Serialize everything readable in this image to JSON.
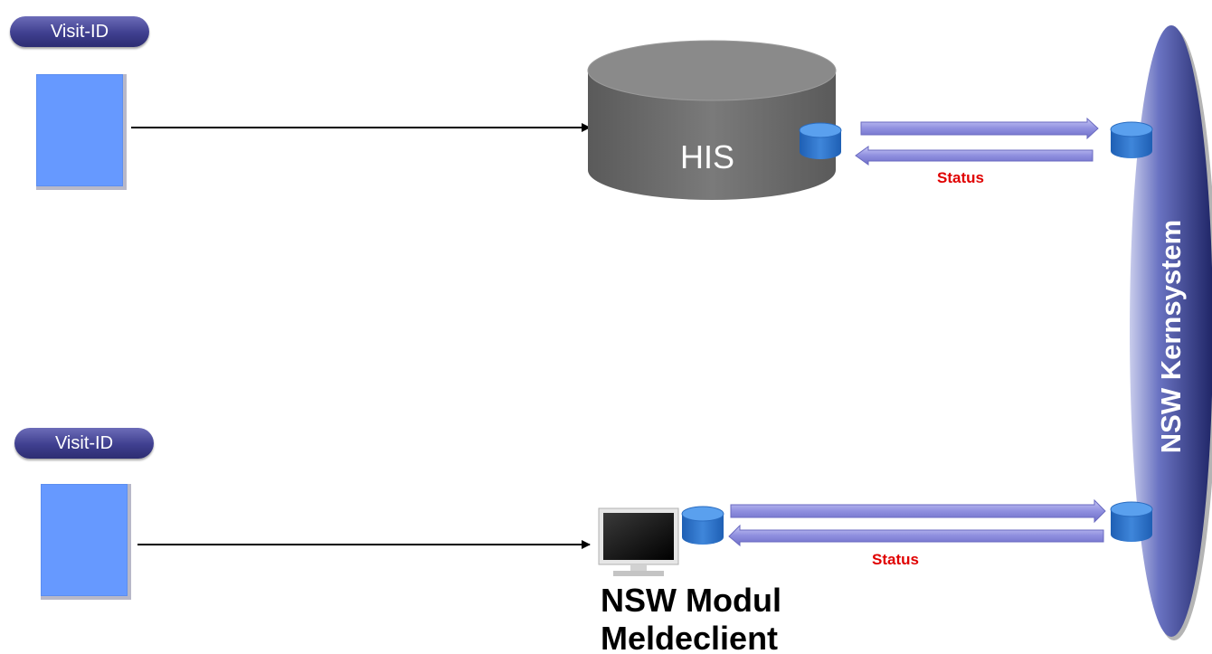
{
  "badges": {
    "top": "Visit-ID",
    "bottom": "Visit-ID"
  },
  "his": {
    "label": "HIS"
  },
  "status": {
    "top": "Status",
    "bottom": "Status"
  },
  "module": {
    "line1": "NSW Modul",
    "line2": "Meldeclient"
  },
  "core": {
    "label": "NSW Kernsystem"
  },
  "colors": {
    "document": "#6699ff",
    "badge": "#3f3f8f",
    "status_text": "#e00000",
    "database": "#6d6d6d",
    "cylinder_small": "#2f72c8",
    "transfer_arrow": "#9c9ce6",
    "core_ellipse": "#3a3f8c"
  },
  "icons": {
    "database": "database-cylinder-icon",
    "monitor": "monitor-icon",
    "small_db": "small-database-icon"
  }
}
